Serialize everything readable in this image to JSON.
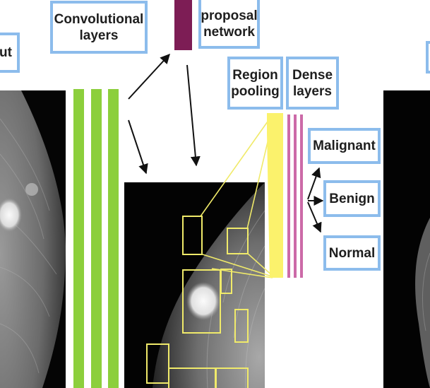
{
  "labels": {
    "input": "ut",
    "conv": [
      "Convolutional",
      "layers"
    ],
    "rpn": [
      "proposal",
      "network"
    ],
    "region": [
      "Region",
      "pooling"
    ],
    "dense": [
      "Dense",
      "layers"
    ],
    "malignant": "Malignant",
    "benign": "Benign",
    "normal": "Normal"
  },
  "colors": {
    "label_border": "#8cbcec",
    "conv_layers": "#8ccf3c",
    "rpn_block": "#7d1d55",
    "proposal_boxes": "#f0ea6a",
    "region_pool": "#fbf26c",
    "dense_layers": "#cc6aa8",
    "arrows": "#111111"
  },
  "icons": [
    "mammogram-input-image",
    "mammogram-proposals-image",
    "mammogram-output-image"
  ]
}
